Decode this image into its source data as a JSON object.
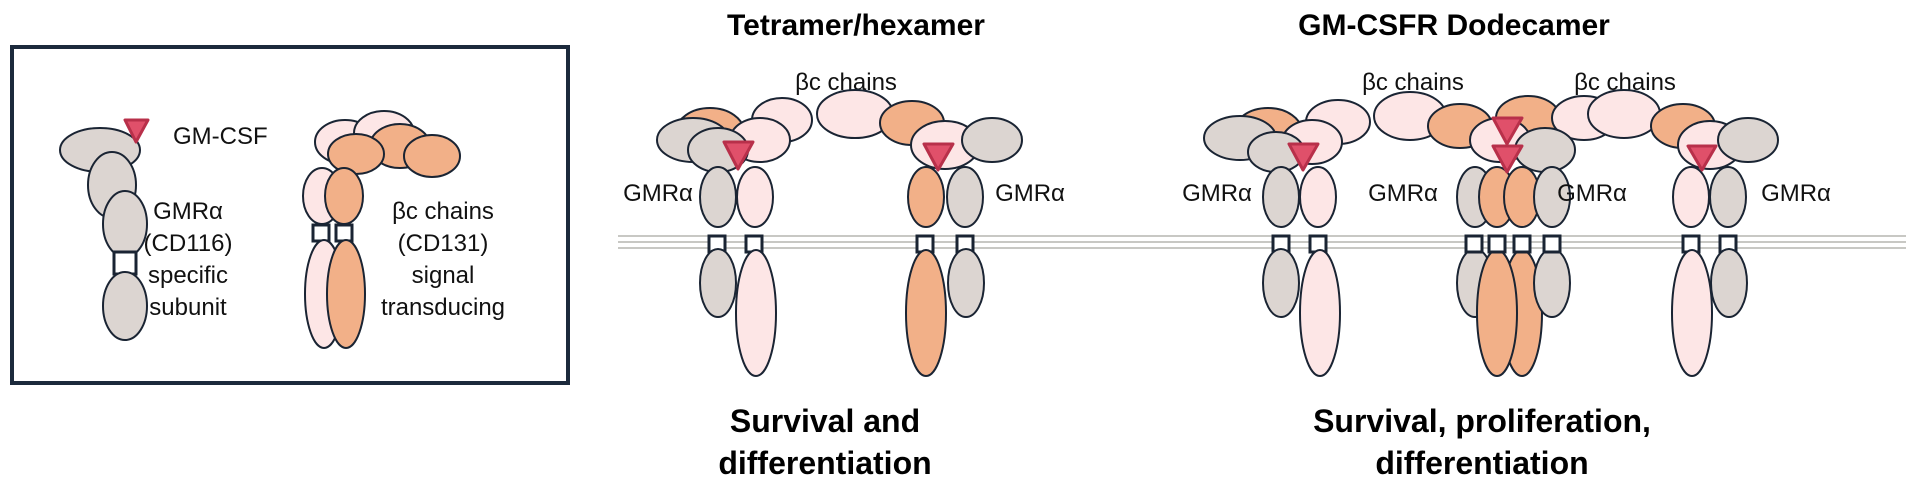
{
  "legend": {
    "ligand_label": "GM-CSF",
    "alpha_label_lines": [
      "GMRα",
      "(CD116)",
      "specific",
      "subunit"
    ],
    "beta_label_lines": [
      "βc chains",
      "(CD131)",
      "signal",
      "transducing"
    ]
  },
  "tetramer": {
    "title": "Tetramer/hexamer",
    "beta_label": "βc chains",
    "alpha_label_left": "GMRα",
    "alpha_label_right": "GMRα",
    "outcome_lines": [
      "Survival and",
      "differentiation"
    ]
  },
  "dodecamer": {
    "title": "GM-CSFR Dodecamer",
    "beta_label_left": "βc chains",
    "beta_label_right": "βc chains",
    "alpha_labels": [
      "GMRα",
      "GMRα",
      "GMRα",
      "GMRα"
    ],
    "outcome_lines": [
      "Survival, proliferation,",
      "differentiation"
    ]
  },
  "colors": {
    "alpha_fill": "#dcd5d1",
    "beta_orange": "#f2b088",
    "beta_pink": "#fde6e6",
    "ligand": "#e0506a",
    "ligand_stroke": "#b8304a",
    "outline": "#1a2433",
    "membrane": "#c8c8c4",
    "legend_border": "#1c2a3c"
  }
}
